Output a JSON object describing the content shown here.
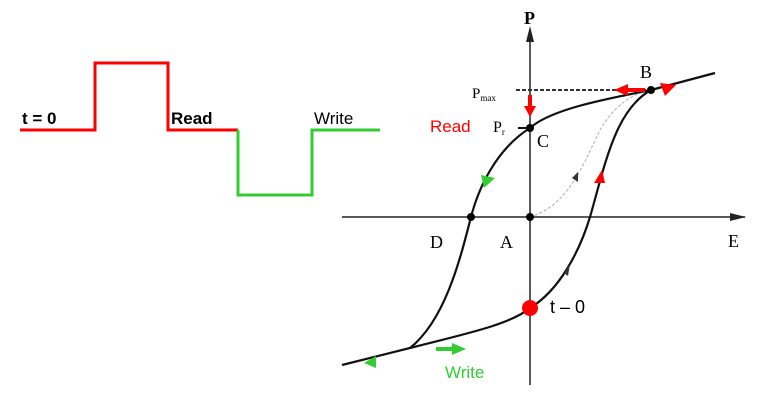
{
  "waveform": {
    "t0_label": "t = 0",
    "read_label": "Read",
    "write_label": "Write"
  },
  "loop": {
    "p_axis_label": "P",
    "e_axis_label": "E",
    "pmax_label": "P",
    "pmax_sub": "max",
    "read_label": "Read",
    "pr_label": "P",
    "pr_sub": "r",
    "point_b": "B",
    "point_c": "C",
    "point_d": "D",
    "point_a": "A",
    "t0_label": "t – 0",
    "write_label": "Write"
  },
  "colors": {
    "read": "#ff0000",
    "write": "#33cc33",
    "curve": "#111111"
  }
}
